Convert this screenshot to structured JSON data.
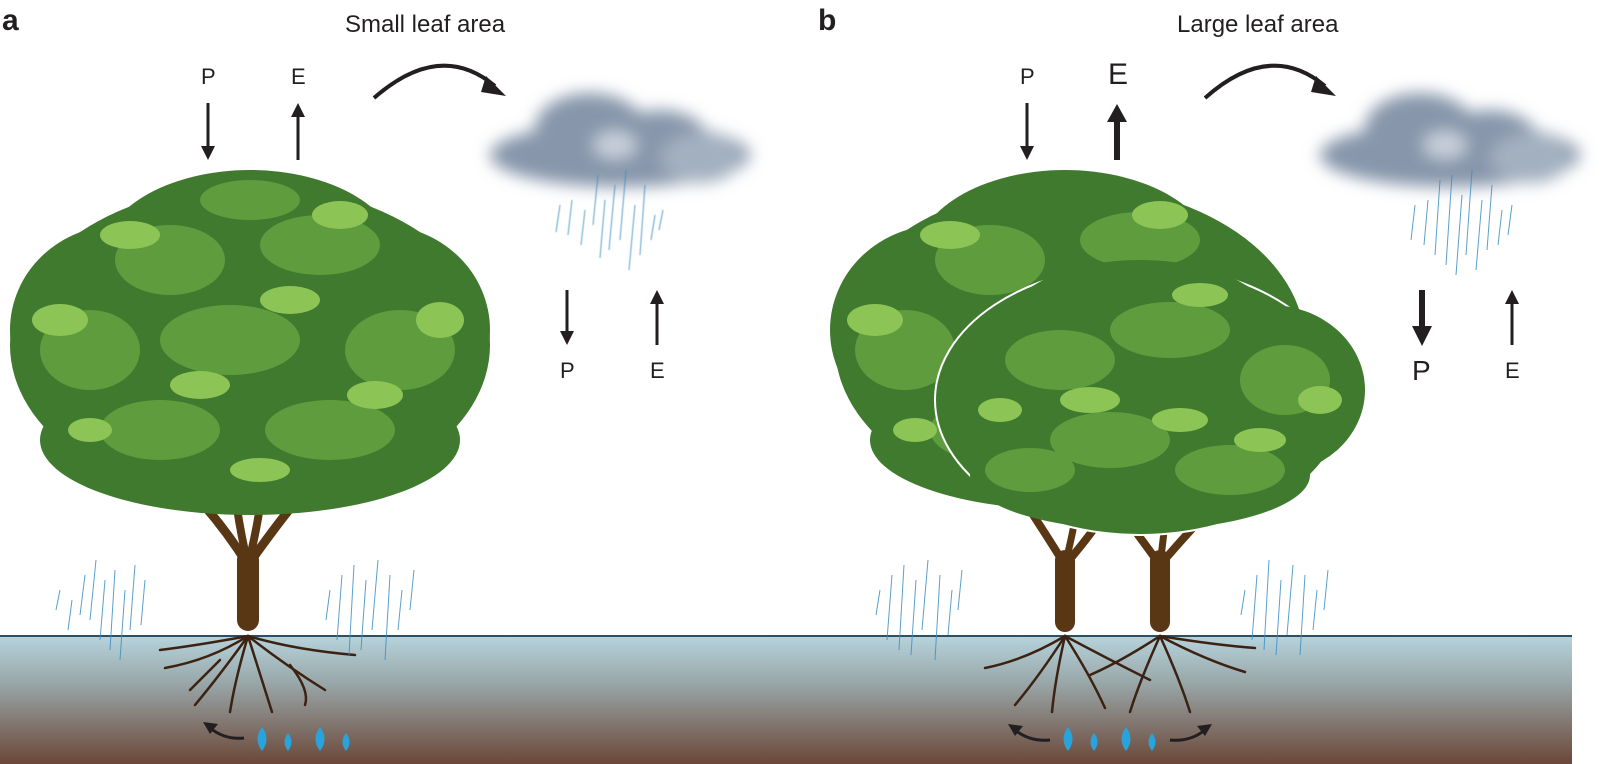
{
  "panels": [
    {
      "letter": "a",
      "title": "Small leaf area",
      "canopy_fluxes": {
        "precip": "P",
        "evap": "E"
      },
      "cloud_fluxes": {
        "precip": "P",
        "evap": "E"
      }
    },
    {
      "letter": "b",
      "title": "Large leaf area",
      "canopy_fluxes": {
        "precip": "P",
        "evap": "E"
      },
      "cloud_fluxes": {
        "precip": "P",
        "evap": "E"
      }
    }
  ],
  "colors": {
    "foliage_dark": "#3f7a2e",
    "foliage_mid": "#5f9c3e",
    "foliage_light": "#8cc455",
    "trunk": "#5a3714",
    "root": "#3b2212",
    "water_drop": "#29a3dc",
    "rain": "#3d8fc4",
    "ground_top": "#b6d3dc",
    "ground_bottom": "#6b4738",
    "cloud": "#8796ab",
    "arrow": "#231f20"
  }
}
